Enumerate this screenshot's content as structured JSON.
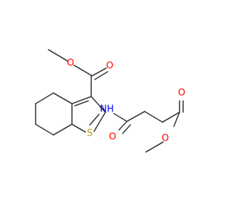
{
  "colors": {
    "bond": "#3a3a3a",
    "oxygen": "#ff0000",
    "nitrogen": "#0000ff",
    "sulfur": "#b5a000",
    "background": "#ffffff"
  },
  "atoms": {
    "o_ester_single": "O",
    "o_ester_double": "O",
    "nh": "NH",
    "s": "S",
    "o_amide": "O",
    "o_tail_double": "O",
    "o_tail_single": "O"
  }
}
